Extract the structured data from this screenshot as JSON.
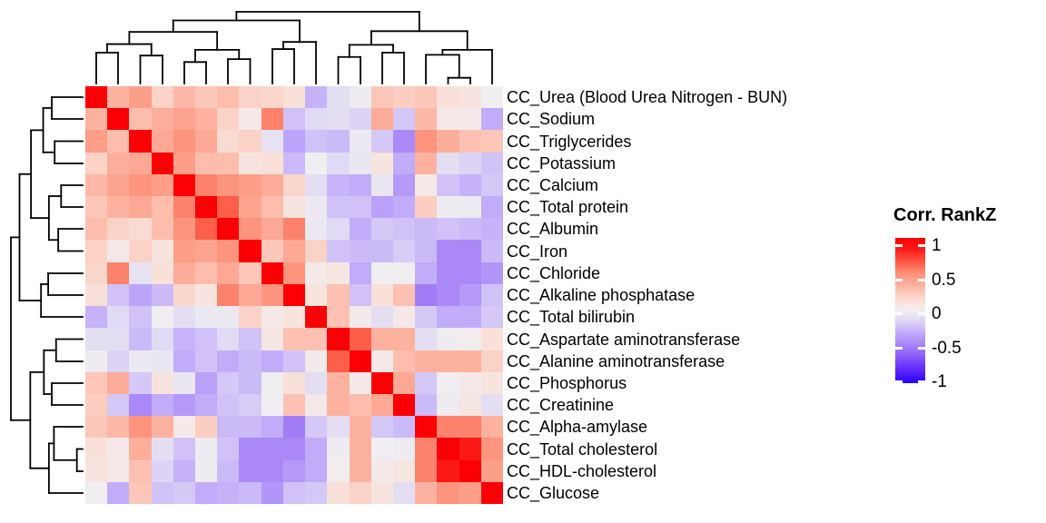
{
  "chart_data": {
    "type": "heatmap",
    "description": "Hierarchically clustered correlation heatmap of clinical chemistry phenotypes with row and column dendrograms",
    "legend_title": "Corr. RankZ",
    "legend_ticks": [
      {
        "label": "1",
        "value": 1
      },
      {
        "label": "0.5",
        "value": 0.5
      },
      {
        "label": "0",
        "value": 0
      },
      {
        "label": "-0.5",
        "value": -0.5
      },
      {
        "label": "-1",
        "value": -1
      }
    ],
    "value_range": [
      -1,
      1
    ],
    "labels": [
      "CC_Urea (Blood Urea Nitrogen - BUN)",
      "CC_Sodium",
      "CC_Triglycerides",
      "CC_Potassium",
      "CC_Calcium",
      "CC_Total protein",
      "CC_Albumin",
      "CC_Iron",
      "CC_Chloride",
      "CC_Alkaline phosphatase",
      "CC_Total bilirubin",
      "CC_Aspartate aminotransferase",
      "CC_Alanine aminotransferase",
      "CC_Phosphorus",
      "CC_Creatinine",
      "CC_Alpha-amylase",
      "CC_Total cholesterol",
      "CC_HDL-cholesterol",
      "CC_Glucose"
    ],
    "columns_same_order_as_rows": true,
    "matrix": [
      [
        1.0,
        0.35,
        0.45,
        0.2,
        0.32,
        0.25,
        0.3,
        0.2,
        0.18,
        0.12,
        -0.28,
        -0.1,
        -0.02,
        0.25,
        0.22,
        0.25,
        0.12,
        0.1,
        0.0
      ],
      [
        0.35,
        1.0,
        0.3,
        0.37,
        0.42,
        0.35,
        0.2,
        0.05,
        0.55,
        -0.22,
        -0.12,
        -0.1,
        -0.15,
        0.38,
        -0.2,
        0.32,
        0.05,
        0.05,
        -0.3
      ],
      [
        0.45,
        0.3,
        1.0,
        0.4,
        0.5,
        0.4,
        0.15,
        0.2,
        -0.08,
        -0.33,
        -0.22,
        -0.25,
        -0.03,
        -0.2,
        -0.45,
        0.5,
        0.37,
        0.28,
        0.25
      ],
      [
        0.2,
        0.37,
        0.4,
        1.0,
        0.45,
        0.3,
        0.3,
        0.1,
        0.12,
        -0.25,
        0.0,
        -0.12,
        -0.05,
        0.1,
        -0.3,
        0.35,
        -0.1,
        -0.15,
        -0.22
      ],
      [
        0.32,
        0.42,
        0.5,
        0.45,
        1.0,
        0.55,
        0.5,
        0.45,
        0.38,
        0.18,
        -0.1,
        -0.27,
        -0.3,
        -0.05,
        -0.38,
        0.05,
        -0.22,
        -0.28,
        -0.2
      ],
      [
        0.25,
        0.35,
        0.4,
        0.3,
        0.55,
        1.0,
        0.65,
        0.42,
        0.3,
        0.1,
        -0.03,
        -0.22,
        -0.22,
        -0.35,
        -0.3,
        0.22,
        -0.02,
        -0.02,
        -0.3
      ],
      [
        0.3,
        0.2,
        0.15,
        0.3,
        0.5,
        0.65,
        1.0,
        0.5,
        0.4,
        0.55,
        -0.03,
        -0.12,
        -0.3,
        -0.2,
        -0.22,
        -0.25,
        -0.22,
        -0.25,
        -0.28
      ],
      [
        0.2,
        0.05,
        0.2,
        0.1,
        0.45,
        0.42,
        0.5,
        1.0,
        0.25,
        0.4,
        0.2,
        -0.22,
        -0.25,
        -0.25,
        -0.18,
        -0.25,
        -0.45,
        -0.45,
        -0.25
      ],
      [
        0.18,
        0.55,
        -0.08,
        0.12,
        0.38,
        0.3,
        0.4,
        0.25,
        1.0,
        0.5,
        0.05,
        0.08,
        -0.3,
        0.0,
        0.0,
        -0.3,
        -0.45,
        -0.45,
        -0.4
      ],
      [
        0.12,
        -0.22,
        -0.33,
        -0.25,
        0.18,
        0.1,
        0.55,
        0.4,
        0.5,
        1.0,
        0.1,
        0.28,
        -0.22,
        0.12,
        0.28,
        -0.5,
        -0.45,
        -0.38,
        -0.22
      ],
      [
        -0.28,
        -0.12,
        -0.22,
        0.0,
        -0.1,
        -0.03,
        -0.03,
        0.2,
        0.05,
        0.1,
        1.0,
        0.28,
        0.03,
        -0.1,
        0.05,
        -0.2,
        -0.3,
        -0.3,
        -0.2
      ],
      [
        -0.1,
        -0.1,
        -0.25,
        -0.12,
        -0.27,
        -0.22,
        -0.12,
        -0.22,
        0.08,
        0.28,
        0.28,
        1.0,
        0.65,
        0.35,
        0.35,
        -0.1,
        -0.02,
        0.02,
        0.12
      ],
      [
        -0.02,
        -0.15,
        -0.03,
        -0.05,
        -0.3,
        -0.22,
        -0.3,
        -0.25,
        -0.3,
        -0.22,
        0.03,
        0.65,
        1.0,
        0.05,
        0.3,
        0.35,
        0.35,
        0.35,
        0.2
      ],
      [
        0.25,
        0.38,
        -0.2,
        0.1,
        -0.05,
        -0.35,
        -0.2,
        -0.25,
        0.0,
        0.12,
        -0.1,
        0.35,
        0.05,
        1.0,
        0.4,
        -0.2,
        0.0,
        0.05,
        0.1
      ],
      [
        0.22,
        -0.2,
        -0.45,
        -0.3,
        -0.38,
        -0.3,
        -0.22,
        -0.18,
        0.0,
        0.28,
        0.05,
        0.35,
        0.3,
        0.4,
        1.0,
        -0.25,
        -0.02,
        0.08,
        -0.1
      ],
      [
        0.25,
        0.32,
        0.5,
        0.35,
        0.05,
        0.22,
        -0.25,
        -0.25,
        -0.3,
        -0.5,
        -0.2,
        -0.1,
        0.35,
        -0.2,
        -0.25,
        1.0,
        0.55,
        0.55,
        0.35
      ],
      [
        0.12,
        0.05,
        0.37,
        -0.1,
        -0.22,
        -0.02,
        -0.22,
        -0.45,
        -0.45,
        -0.45,
        -0.3,
        -0.02,
        0.35,
        0.0,
        -0.02,
        0.55,
        1.0,
        0.85,
        0.5
      ],
      [
        0.1,
        0.05,
        0.28,
        -0.15,
        -0.28,
        -0.02,
        -0.25,
        -0.45,
        -0.45,
        -0.38,
        -0.3,
        0.02,
        0.35,
        0.05,
        0.08,
        0.55,
        0.85,
        1.0,
        0.45
      ],
      [
        0.0,
        -0.3,
        0.25,
        -0.22,
        -0.2,
        -0.3,
        -0.28,
        -0.25,
        -0.4,
        -0.22,
        -0.2,
        0.12,
        0.2,
        0.1,
        -0.1,
        0.35,
        0.5,
        0.45,
        1.0
      ]
    ],
    "colorscale_anchors": [
      {
        "v": 1.0,
        "rgb": [
          250,
          0,
          5
        ]
      },
      {
        "v": 0.85,
        "rgb": [
          251,
          25,
          22
        ]
      },
      {
        "v": 0.65,
        "rgb": [
          253,
          95,
          75
        ]
      },
      {
        "v": 0.5,
        "rgb": [
          253,
          148,
          125
        ]
      },
      {
        "v": 0.35,
        "rgb": [
          253,
          178,
          160
        ]
      },
      {
        "v": 0.2,
        "rgb": [
          251,
          210,
          198
        ]
      },
      {
        "v": 0.1,
        "rgb": [
          248,
          228,
          222
        ]
      },
      {
        "v": 0.0,
        "rgb": [
          240,
          238,
          241
        ]
      },
      {
        "v": -0.1,
        "rgb": [
          228,
          222,
          243
        ]
      },
      {
        "v": -0.2,
        "rgb": [
          212,
          200,
          246
        ]
      },
      {
        "v": -0.3,
        "rgb": [
          193,
          172,
          249
        ]
      },
      {
        "v": -0.45,
        "rgb": [
          170,
          137,
          247
        ]
      },
      {
        "v": -0.6,
        "rgb": [
          143,
          100,
          248
        ]
      },
      {
        "v": -0.8,
        "rgb": [
          100,
          45,
          252
        ]
      },
      {
        "v": -1.0,
        "rgb": [
          35,
          0,
          255
        ]
      }
    ],
    "dendrogram": {
      "applies_to": "rows_and_columns",
      "line_color": "#000000",
      "tree": {
        "h": 1.0,
        "c": [
          {
            "h": 0.88,
            "c": [
              {
                "h": 0.72,
                "c": [
                  {
                    "h": 0.55,
                    "c": [
                      {
                        "h": 0.43,
                        "c": [
                          {
                            "leaf": 0
                          },
                          {
                            "leaf": 1
                          }
                        ]
                      },
                      {
                        "h": 0.39,
                        "c": [
                          {
                            "leaf": 2
                          },
                          {
                            "leaf": 3
                          }
                        ]
                      }
                    ]
                  },
                  {
                    "h": 0.47,
                    "c": [
                      {
                        "h": 0.3,
                        "c": [
                          {
                            "leaf": 4
                          },
                          {
                            "leaf": 5
                          }
                        ]
                      },
                      {
                        "h": 0.34,
                        "c": [
                          {
                            "leaf": 6
                          },
                          {
                            "leaf": 7
                          }
                        ]
                      }
                    ]
                  }
                ]
              },
              {
                "h": 0.58,
                "c": [
                  {
                    "h": 0.48,
                    "c": [
                      {
                        "leaf": 8
                      },
                      {
                        "leaf": 9
                      }
                    ]
                  },
                  {
                    "leaf": 10
                  }
                ]
              }
            ]
          },
          {
            "h": 0.73,
            "c": [
              {
                "h": 0.54,
                "c": [
                  {
                    "h": 0.37,
                    "c": [
                      {
                        "leaf": 11
                      },
                      {
                        "leaf": 12
                      }
                    ]
                  },
                  {
                    "h": 0.43,
                    "c": [
                      {
                        "leaf": 13
                      },
                      {
                        "leaf": 14
                      }
                    ]
                  }
                ]
              },
              {
                "h": 0.47,
                "c": [
                  {
                    "h": 0.4,
                    "c": [
                      {
                        "leaf": 15
                      },
                      {
                        "h": 0.08,
                        "c": [
                          {
                            "leaf": 16
                          },
                          {
                            "leaf": 17
                          }
                        ]
                      }
                    ]
                  },
                  {
                    "leaf": 18
                  }
                ]
              }
            ]
          }
        ]
      }
    }
  }
}
